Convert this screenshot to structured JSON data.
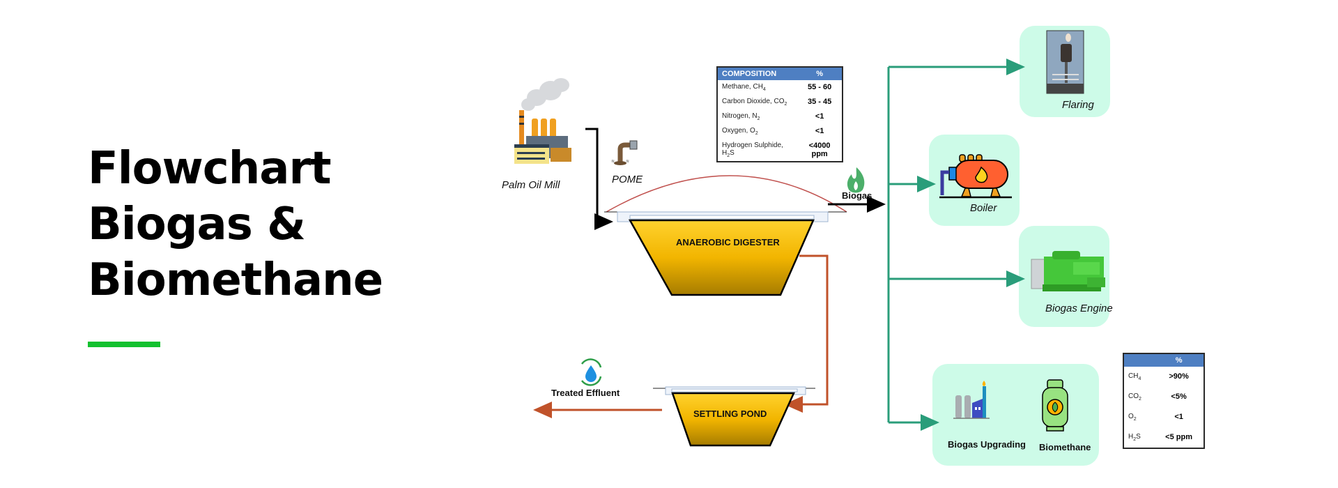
{
  "title": {
    "lines": [
      "Flowchart",
      "Biogas &",
      "Biomethane"
    ],
    "accent_color": "#13c12f"
  },
  "colors": {
    "digester_fill_top": "#ffd22e",
    "digester_fill_bottom": "#a67c00",
    "effluent_line": "#c0522a",
    "biogas_branch_line": "#2a9d7a",
    "card_fill": "#cdfbe8",
    "table_header": "#4e7fc2",
    "dome_line": "#c0504d"
  },
  "source": {
    "palm_oil_mill_label": "Palm Oil Mill",
    "pome_label": "POME",
    "mill_icon": "factory-icon",
    "pome_icon": "wastewater-pipe-icon"
  },
  "digester": {
    "label": "ANAEROBIC DIGESTER",
    "output_label": "Biogas",
    "output_icon": "flame-icon"
  },
  "settling_pond": {
    "label": "SETTLING POND"
  },
  "treated_effluent": {
    "label": "Treated Effluent",
    "icon": "recycle-water-icon"
  },
  "biogas_composition": {
    "header": [
      "COMPOSITION",
      "%"
    ],
    "rows": [
      {
        "name": "Methane, CH",
        "sub": "4",
        "tail": "",
        "value": "55 - 60"
      },
      {
        "name": "Carbon Dioxide, CO",
        "sub": "2",
        "tail": "",
        "value": "35 - 45"
      },
      {
        "name": "Nitrogen, N",
        "sub": "2",
        "tail": "",
        "value": "<1"
      },
      {
        "name": "Oxygen, O",
        "sub": "2",
        "tail": "",
        "value": "<1"
      },
      {
        "name": "Hydrogen Sulphide, H",
        "sub": "2",
        "tail": "S",
        "value": "<4000 ppm"
      }
    ]
  },
  "uses": [
    {
      "label": "Flaring",
      "icon": "flare-stack-icon"
    },
    {
      "label": "Boiler",
      "icon": "boiler-icon"
    },
    {
      "label": "Biogas Engine",
      "icon": "gas-engine-icon"
    }
  ],
  "upgrading": {
    "upgrading_label": "Biogas Upgrading",
    "upgrading_icon": "upgrading-plant-icon",
    "biomethane_label": "Biomethane",
    "biomethane_icon": "gas-cylinder-icon"
  },
  "biomethane_composition": {
    "header": [
      "",
      "%"
    ],
    "rows": [
      {
        "name": "CH",
        "sub": "4",
        "tail": "",
        "value": ">90%"
      },
      {
        "name": "CO",
        "sub": "2",
        "tail": "",
        "value": "<5%"
      },
      {
        "name": "O",
        "sub": "2",
        "tail": "",
        "value": "<1"
      },
      {
        "name": "H",
        "sub": "2",
        "tail": "S",
        "value": "<5 ppm"
      }
    ]
  }
}
